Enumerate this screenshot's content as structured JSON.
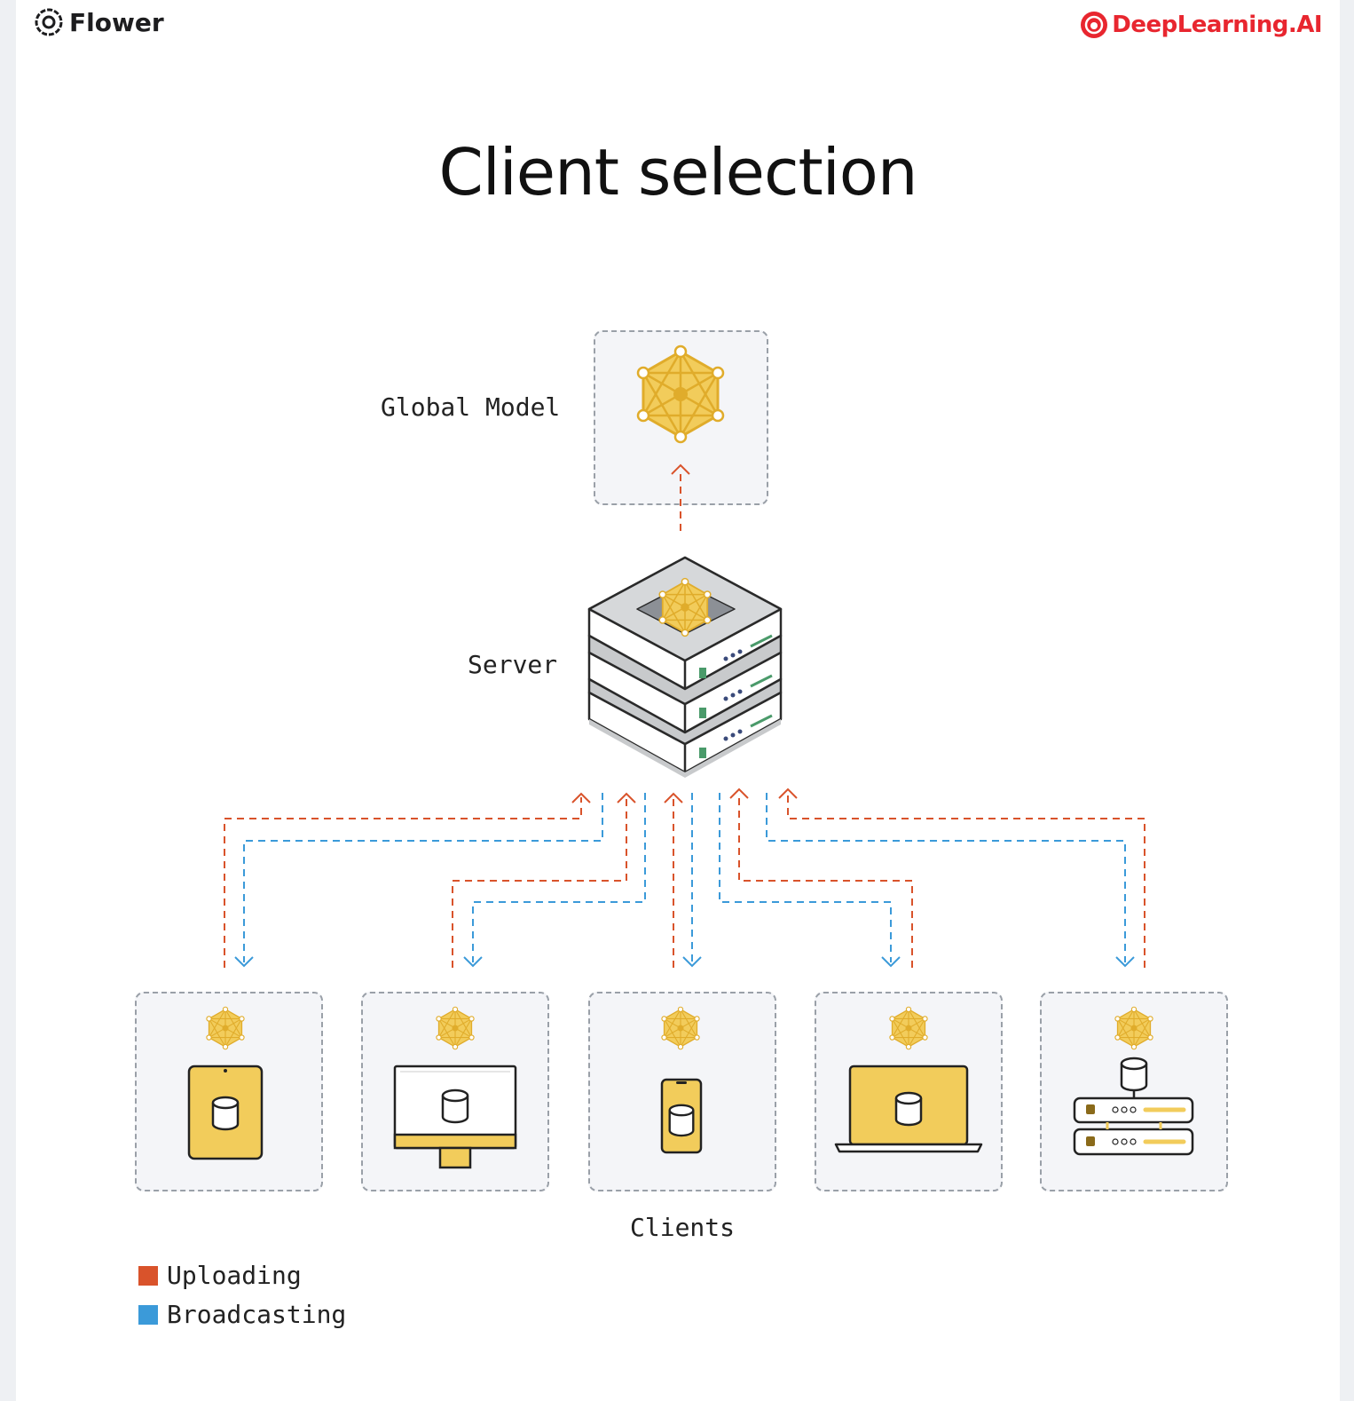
{
  "header": {
    "left_brand": "Flower",
    "right_brand": "DeepLearning.AI"
  },
  "title": "Client selection",
  "labels": {
    "global_model": "Global Model",
    "server": "Server",
    "clients": "Clients"
  },
  "clients": [
    {
      "device": "tablet"
    },
    {
      "device": "desktop-monitor"
    },
    {
      "device": "smartphone"
    },
    {
      "device": "laptop"
    },
    {
      "device": "server-rack"
    }
  ],
  "legend": [
    {
      "label": "Uploading",
      "color": "#d9532b"
    },
    {
      "label": "Broadcasting",
      "color": "#3b9ad9"
    }
  ],
  "colors": {
    "model_gold": "#f2cc5b",
    "model_stroke": "#e0ac2b",
    "upload": "#d9532b",
    "broadcast": "#3b9ad9",
    "brand_red": "#e8262f"
  }
}
